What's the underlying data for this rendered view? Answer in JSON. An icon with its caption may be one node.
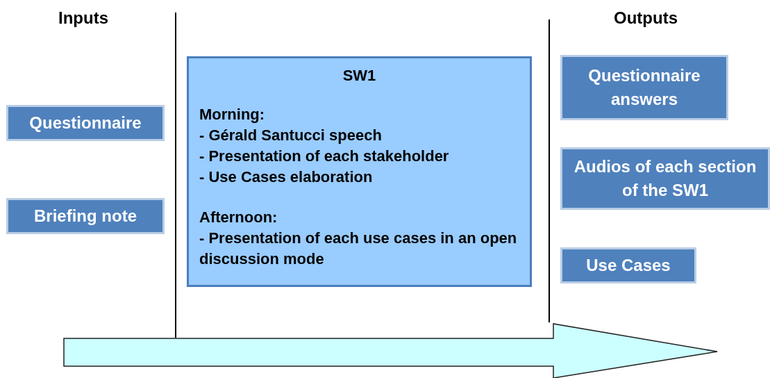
{
  "diagram": {
    "nodes": [
      {
        "text": [
          "Questionnaire"
        ]
      },
      {
        "text": [
          "Briefing note"
        ]
      },
      {
        "text": [
          "SW1",
          "Morning:",
          "- Gérald Santucci speech",
          "- Presentation of each stakeholder",
          "- Use Cases elaboration",
          "Afternoon:",
          "- Presentation of each use cases in an open discussion mode"
        ]
      },
      {
        "text": [
          "Questionnaire answers"
        ]
      },
      {
        "text": [
          "Audios of each section of the SW1"
        ]
      },
      {
        "text": [
          "Use Cases"
        ]
      }
    ],
    "labels": [
      "Inputs",
      "Outputs"
    ]
  }
}
